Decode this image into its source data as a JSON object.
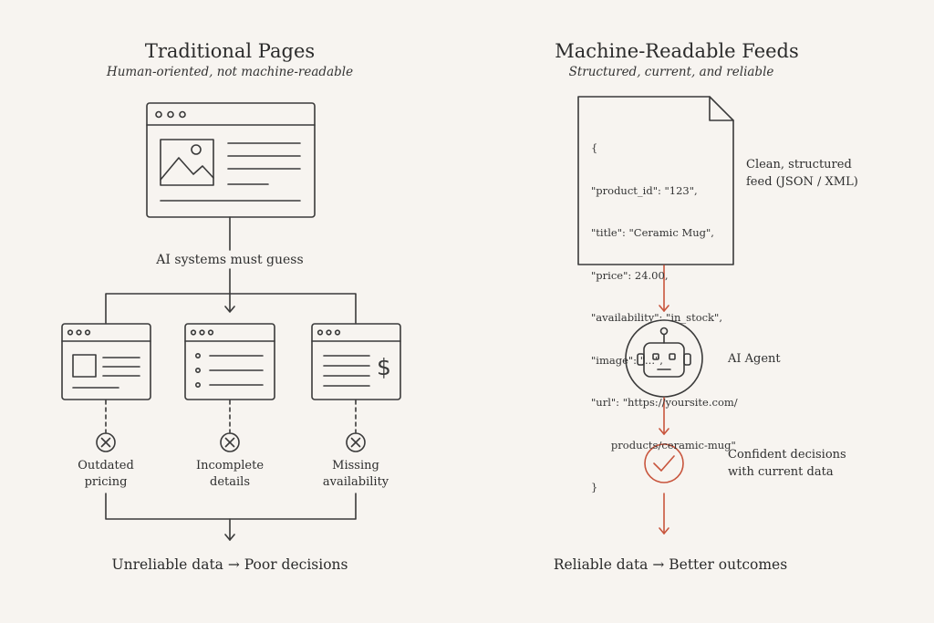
{
  "left": {
    "title": "Traditional Pages",
    "subtitle": "Human-oriented, not machine-readable",
    "guess_label": "AI systems must guess",
    "problems": [
      {
        "line1": "Outdated",
        "line2": "pricing",
        "icon": "x-circle-icon"
      },
      {
        "line1": "Incomplete",
        "line2": "details",
        "icon": "x-circle-icon"
      },
      {
        "line1": "Missing",
        "line2": "availability",
        "icon": "x-circle-icon"
      }
    ],
    "footer": "Unreliable data → Poor decisions"
  },
  "right": {
    "title": "Machine-Readable Feeds",
    "subtitle": "Structured, current, and reliable",
    "feed_lines": [
      "{",
      "\"product_id\": \"123\",",
      "\"title\": \"Ceramic Mug\",",
      "\"price\": 24.00,",
      "\"availability\": \"in_stock\",",
      "\"image\": \"...\",",
      "\"url\": \"https://yoursite.com/",
      "      products/ceramic-mug\"",
      "}"
    ],
    "feed_label_line1": "Clean, structured",
    "feed_label_line2": "feed (JSON / XML)",
    "agent_label": "AI Agent",
    "decision_line1": "Confident decisions",
    "decision_line2": "with current data",
    "footer": "Reliable data → Better outcomes"
  },
  "colors": {
    "ink": "#3a3a3a",
    "accent": "#c8553d",
    "background": "#f7f4f0"
  }
}
